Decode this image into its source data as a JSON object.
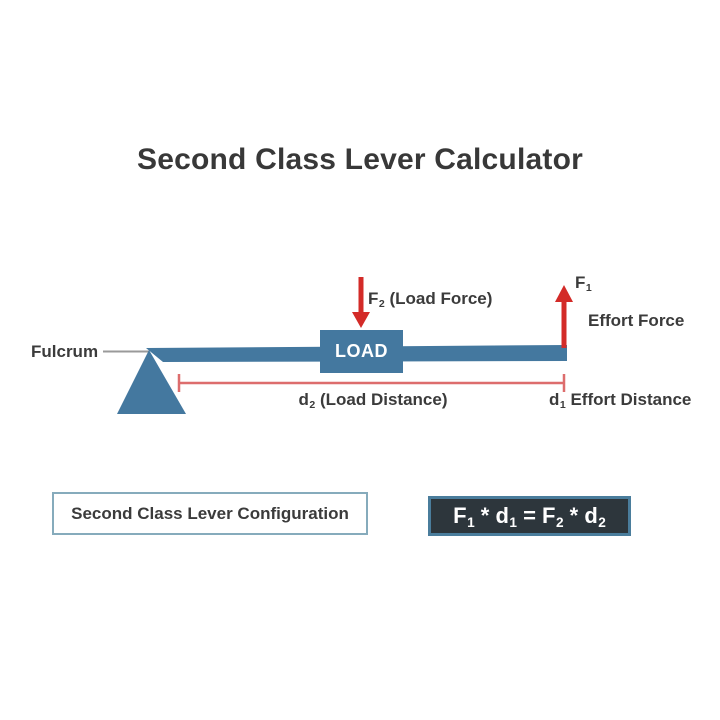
{
  "page": {
    "title": "Second Class Lever Calculator",
    "background": "#ffffff"
  },
  "diagram": {
    "fulcrum_label": "Fulcrum",
    "load_box_label": "LOAD",
    "load_force_label": {
      "text": "F₂ (Load Force)",
      "segments": [
        {
          "t": "F"
        },
        {
          "sub": "2"
        },
        {
          "t": " (Load Force)"
        }
      ]
    },
    "effort_force_symbol": {
      "text": "F₁",
      "segments": [
        {
          "t": "F"
        },
        {
          "sub": "1"
        }
      ]
    },
    "effort_force_label": "Effort Force",
    "load_distance_label": {
      "text": "d₂ (Load Distance)",
      "segments": [
        {
          "t": "d"
        },
        {
          "sub": "2"
        },
        {
          "t": " (Load Distance)"
        }
      ]
    },
    "effort_distance_label": {
      "text": "d₁ Effort Distance",
      "segments": [
        {
          "t": "d"
        },
        {
          "sub": "1"
        },
        {
          "t": " Effort Distance"
        }
      ]
    },
    "colors": {
      "lever": "#44789f",
      "force_arrow": "#d32b28",
      "distance_line": "#dd6d6d",
      "leader_line": "#9a9a9a",
      "text": "#3b3b3b"
    }
  },
  "caption_box": {
    "label": "Second Class Lever Configuration",
    "border_color": "#86abbc"
  },
  "formula_box": {
    "text": "F₁ * d₁ = F₂ * d₂",
    "segments": [
      {
        "t": "F"
      },
      {
        "sub": "1"
      },
      {
        "t": " * d"
      },
      {
        "sub": "1"
      },
      {
        "t": " = F"
      },
      {
        "sub": "2"
      },
      {
        "t": " * d"
      },
      {
        "sub": "2"
      }
    ],
    "background": "#2d363c",
    "border_color": "#4a7d9c",
    "text_color": "#ffffff"
  }
}
